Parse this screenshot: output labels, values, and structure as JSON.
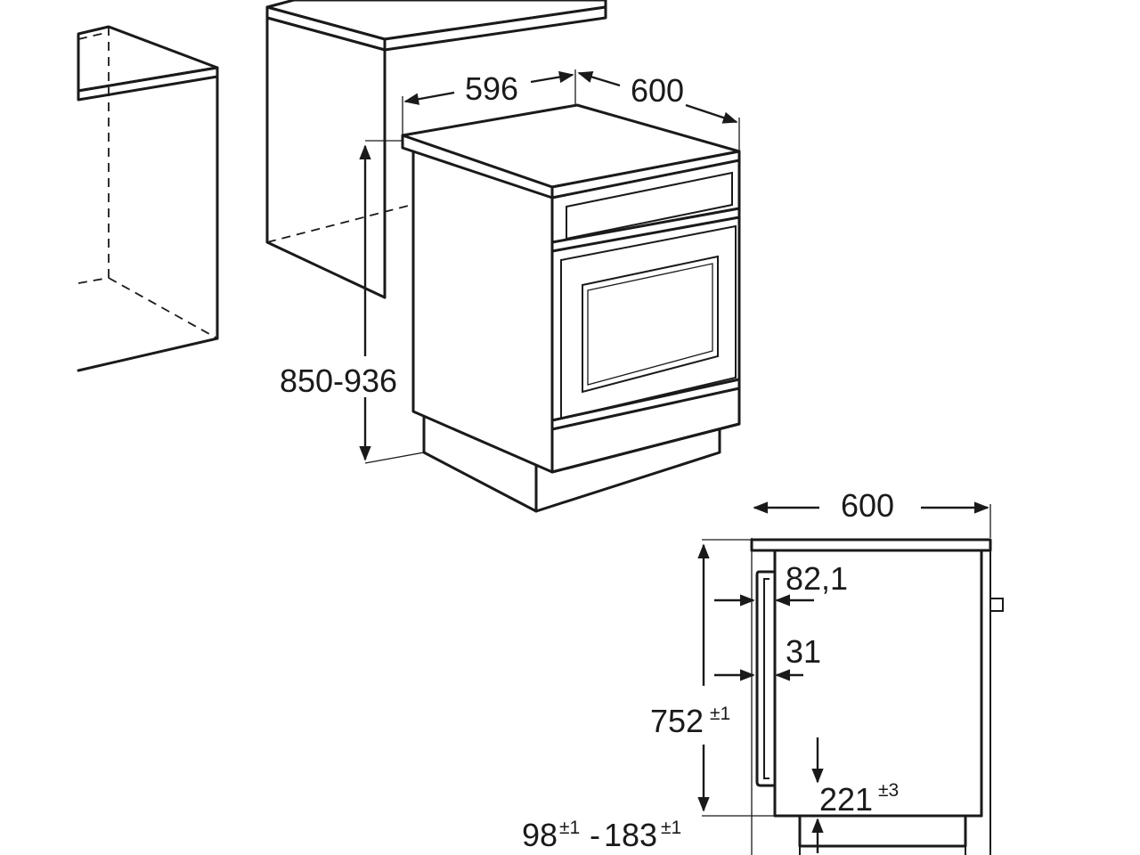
{
  "dimensions_3d": {
    "width": "596",
    "depth": "600",
    "height": "850-936"
  },
  "dimensions_side": {
    "depth": "600",
    "door_offset": "82,1",
    "handle_offset": "31",
    "body_height": "752",
    "body_height_tol": "±1",
    "plinth_height": "221",
    "plinth_height_tol": "±3",
    "feet_min": "98",
    "feet_min_tol": "±1",
    "feet_separator": "-",
    "feet_max": "183",
    "feet_max_tol": "±1"
  }
}
